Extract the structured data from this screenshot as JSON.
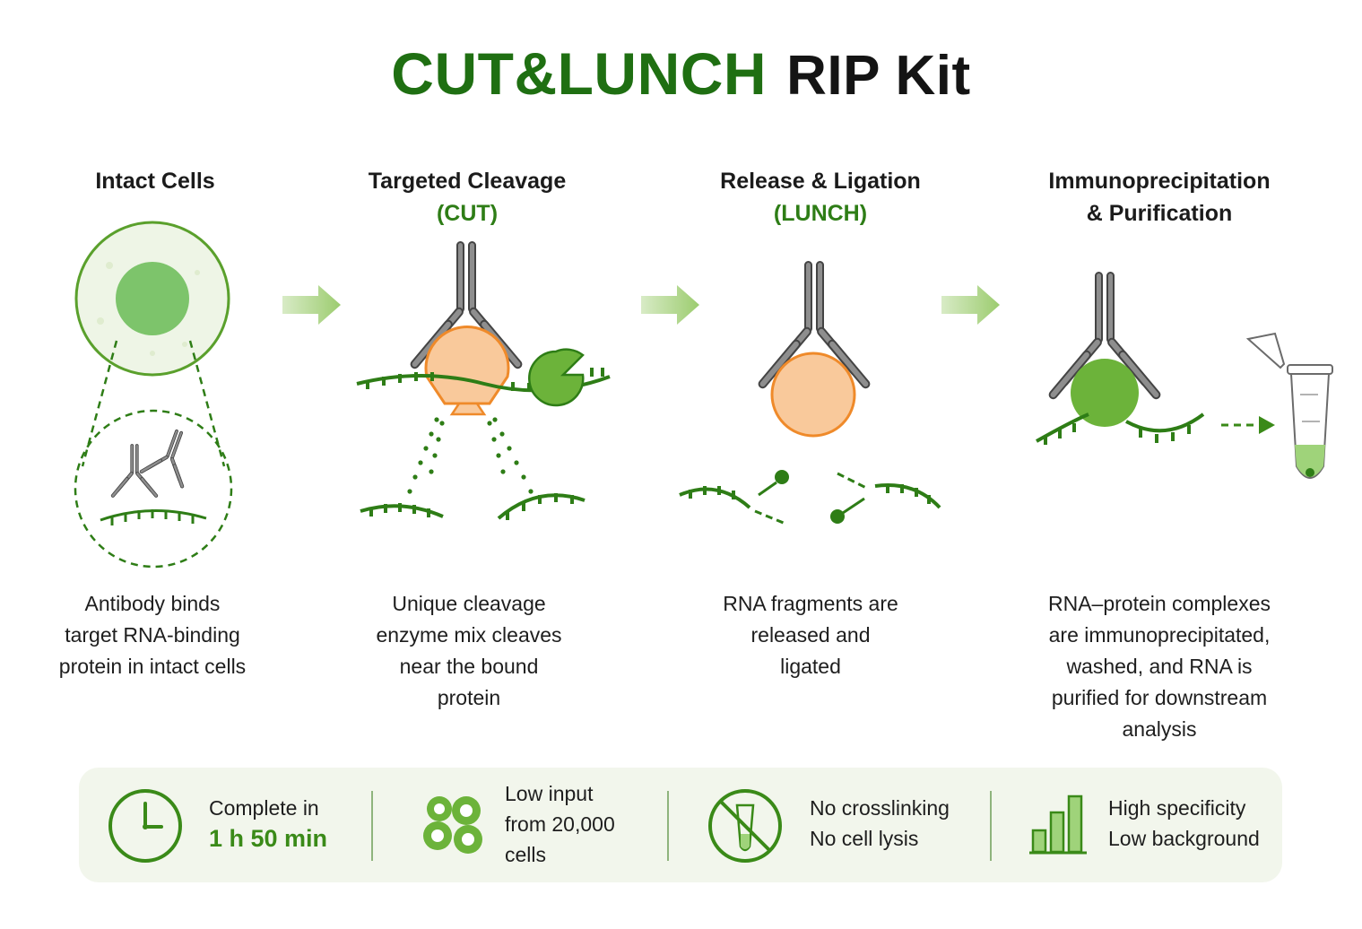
{
  "title": {
    "part1": "CUT&LUNCH",
    "part2": "RIP Kit"
  },
  "steps": [
    {
      "heading": "Intact Cells",
      "subheading": "",
      "description": [
        "Antibody binds",
        "target RNA-binding",
        "protein in intact cells"
      ]
    },
    {
      "heading": "Targeted Cleavage",
      "subheading": "(CUT)",
      "description": [
        "Unique cleavage",
        "enzyme mix cleaves",
        "near the bound",
        "protein"
      ]
    },
    {
      "heading": "Release & Ligation",
      "subheading": "(LUNCH)",
      "description": [
        "RNA fragments are",
        "released and",
        "ligated"
      ]
    },
    {
      "heading": "Immunoprecipitation",
      "subheading": "& Purification",
      "description": [
        "RNA–protein complexes",
        "are immunoprecipitated,",
        "washed, and RNA is",
        "purified for downstream",
        "analysis"
      ]
    }
  ],
  "features": [
    {
      "icon": "clock-icon",
      "line1": "Complete in",
      "line2": "1 h 50 min"
    },
    {
      "icon": "cells-icon",
      "line1": "Low input",
      "line2": "from 20,000",
      "line3": "cells"
    },
    {
      "icon": "no-tube-icon",
      "line1": "No crosslinking",
      "line2": "No cell lysis"
    },
    {
      "icon": "bar-chart-icon",
      "line1": "High specificity",
      "line2": "Low background"
    }
  ],
  "colors": {
    "brand_green": "#1f6f12",
    "accent_green": "#3a8a18",
    "protein_orange": "#f7c89a",
    "antibody_gray": "#8a8a8a",
    "footer_bg": "#f2f6ec"
  }
}
